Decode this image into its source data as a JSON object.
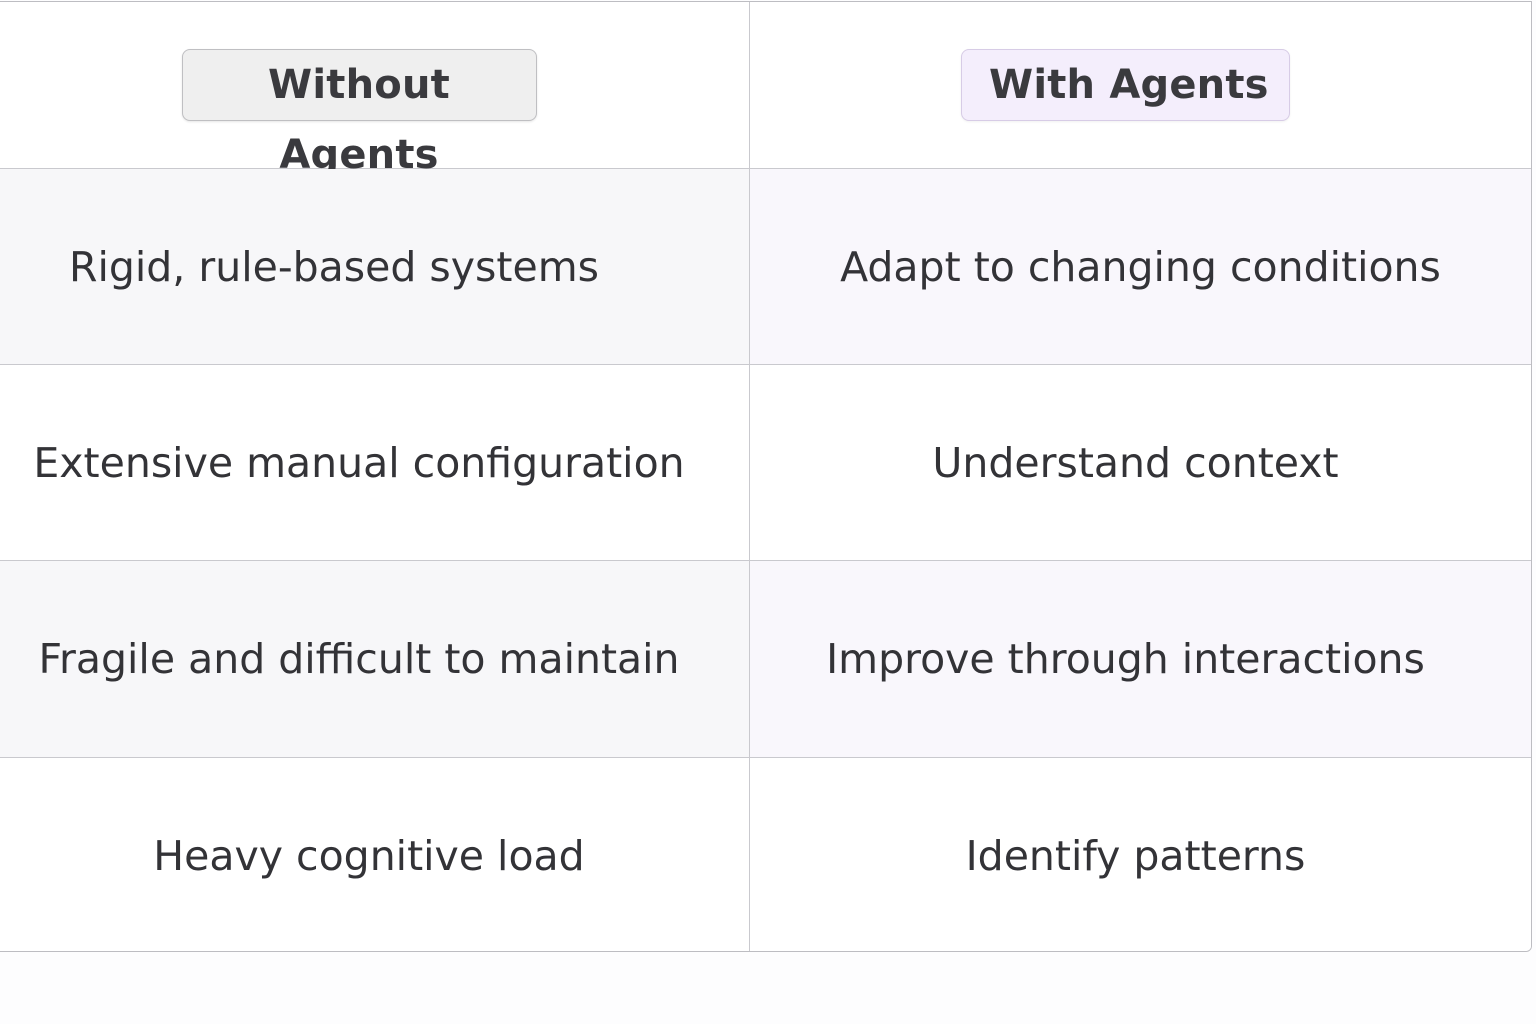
{
  "table": {
    "headers": {
      "left": "Without Agents",
      "right": "With Agents"
    },
    "rows": [
      {
        "left": "Rigid, rule-based systems",
        "right": "Adapt to changing conditions"
      },
      {
        "left": "Extensive manual configuration",
        "right": "Understand context"
      },
      {
        "left": "Fragile and difficult to maintain",
        "right": "Improve through interactions"
      },
      {
        "left": "Heavy cognitive load",
        "right": "Identify patterns"
      }
    ]
  },
  "colors": {
    "without_header_bg": "#efefef",
    "with_header_bg": "#f4eefc",
    "shaded_left_bg": "#f7f7f9",
    "shaded_right_bg": "#f9f7fc",
    "grid_line": "#c9c9ce",
    "text": "#333337"
  }
}
